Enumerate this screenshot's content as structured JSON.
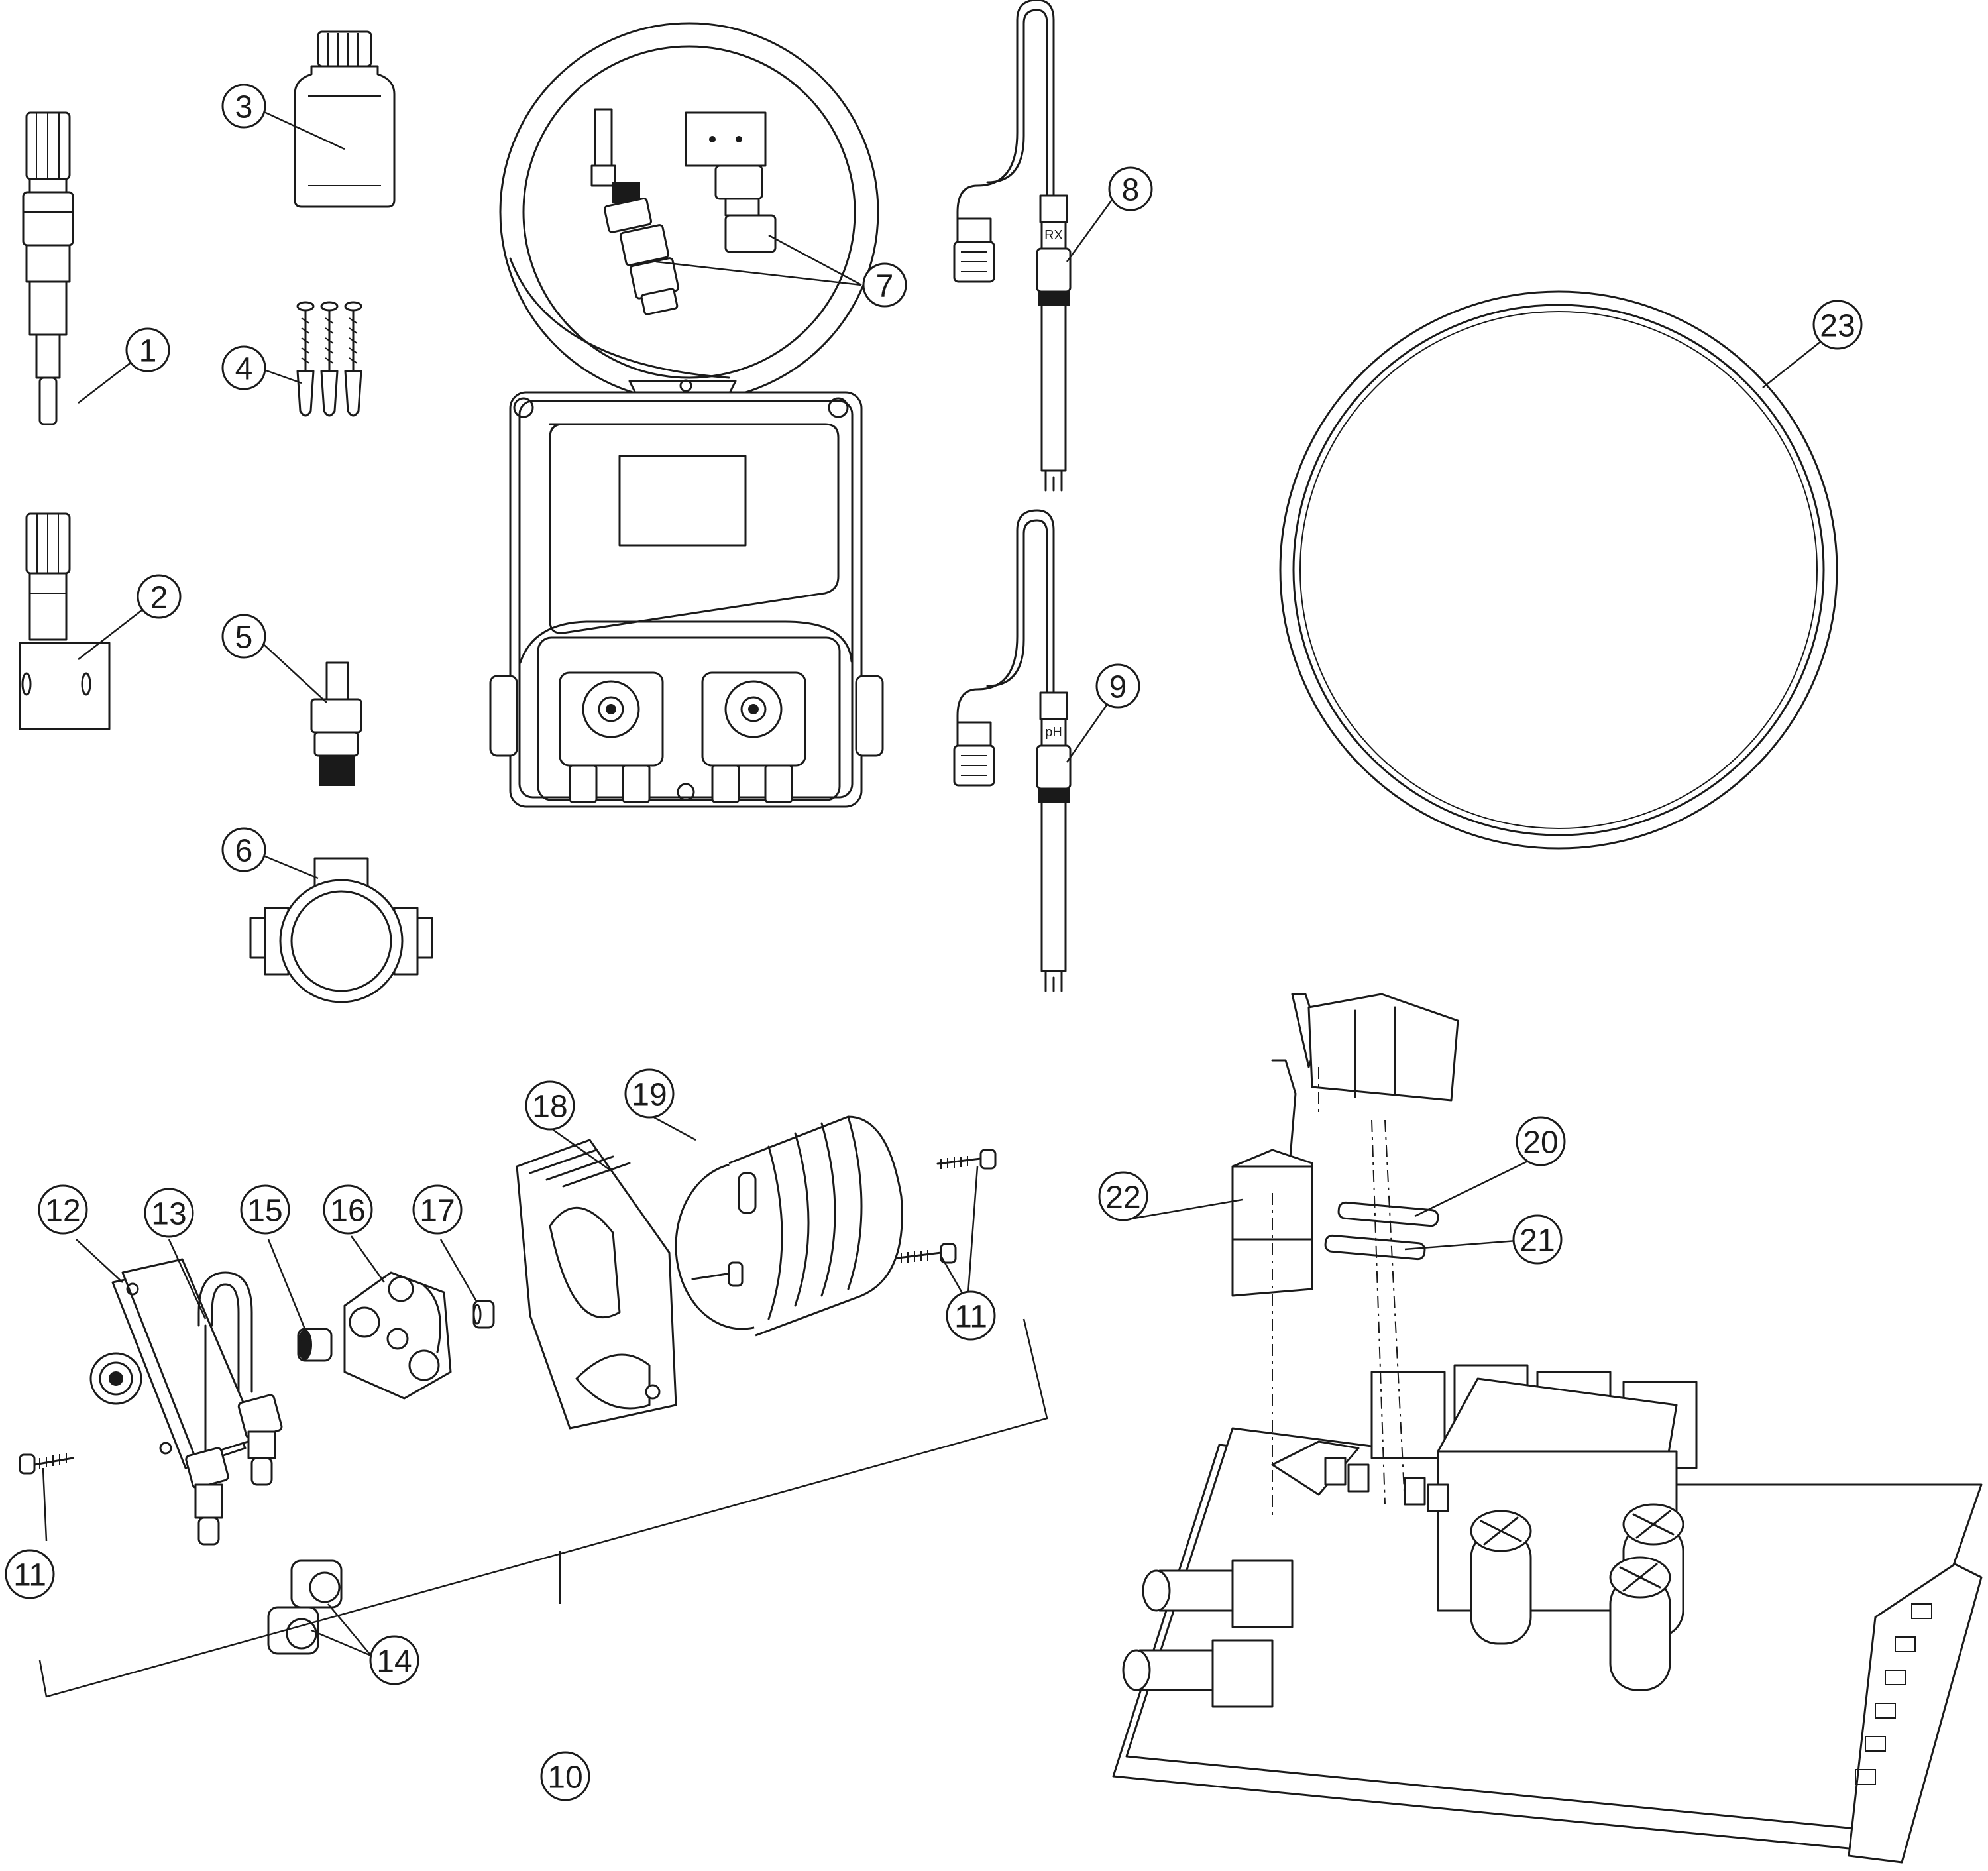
{
  "diagram": {
    "callouts": [
      {
        "id": "1",
        "label": "1"
      },
      {
        "id": "2",
        "label": "2"
      },
      {
        "id": "3",
        "label": "3"
      },
      {
        "id": "4",
        "label": "4"
      },
      {
        "id": "5",
        "label": "5"
      },
      {
        "id": "6",
        "label": "6"
      },
      {
        "id": "7",
        "label": "7"
      },
      {
        "id": "8",
        "label": "8"
      },
      {
        "id": "9",
        "label": "9"
      },
      {
        "id": "10",
        "label": "10"
      },
      {
        "id": "11a",
        "label": "11"
      },
      {
        "id": "11b",
        "label": "11"
      },
      {
        "id": "12",
        "label": "12"
      },
      {
        "id": "13",
        "label": "13"
      },
      {
        "id": "14",
        "label": "14"
      },
      {
        "id": "15",
        "label": "15"
      },
      {
        "id": "16",
        "label": "16"
      },
      {
        "id": "17",
        "label": "17"
      },
      {
        "id": "18",
        "label": "18"
      },
      {
        "id": "19",
        "label": "19"
      },
      {
        "id": "20",
        "label": "20"
      },
      {
        "id": "21",
        "label": "21"
      },
      {
        "id": "22",
        "label": "22"
      },
      {
        "id": "23",
        "label": "23"
      }
    ],
    "probe_labels": {
      "rx": "RX",
      "ph": "pH"
    }
  }
}
